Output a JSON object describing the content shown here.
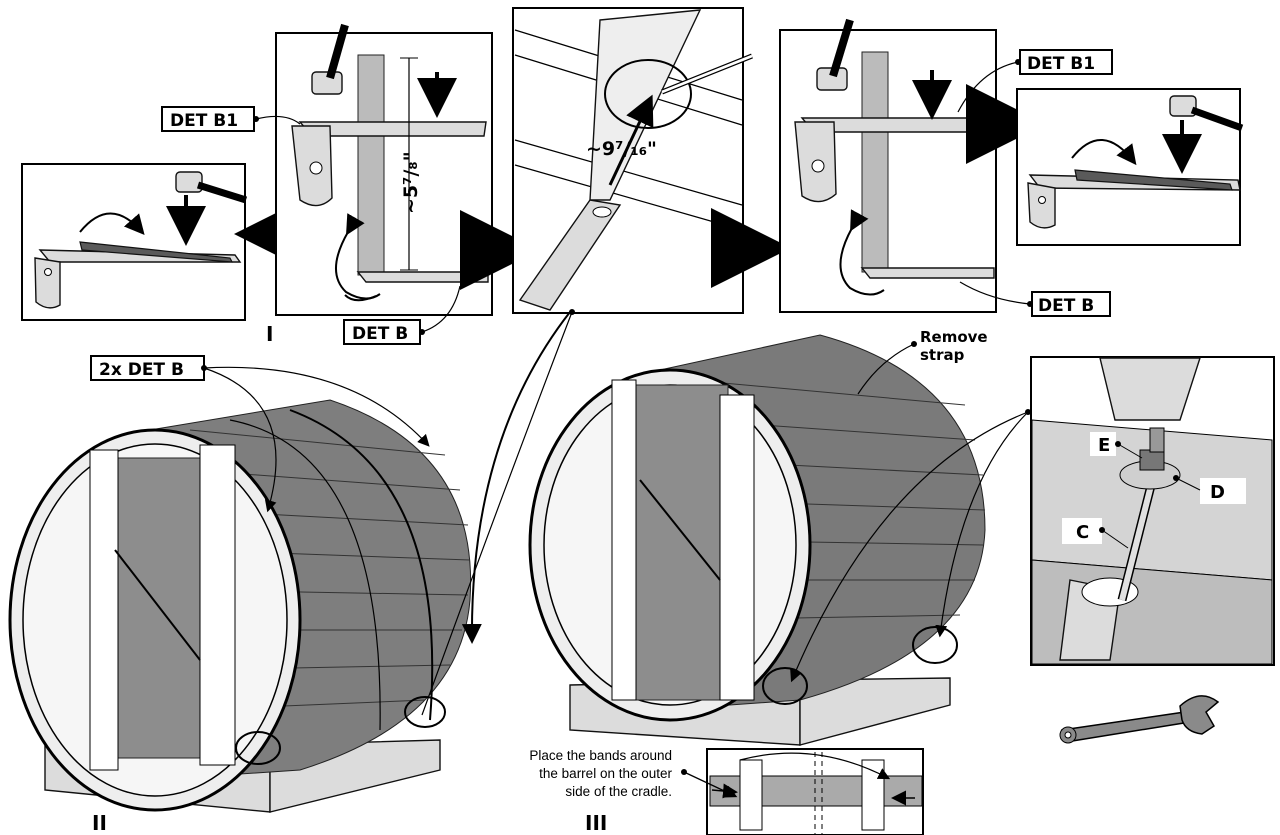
{
  "labels": {
    "det_b1": "DET B1",
    "det_b": "DET B",
    "two_det_b": "2x DET B",
    "dim_height": "~5⁷/₈\"",
    "dim_depth": "~9⁷/₁₆\"",
    "remove_strap_1": "Remove",
    "remove_strap_2": "strap",
    "note_1": "Place the bands around",
    "note_2": "the barrel on the outer",
    "note_3": "side of the cradle.",
    "part_e": "E",
    "part_d": "D",
    "part_c": "C"
  },
  "steps": {
    "one": "I",
    "two": "II",
    "three": "III"
  }
}
